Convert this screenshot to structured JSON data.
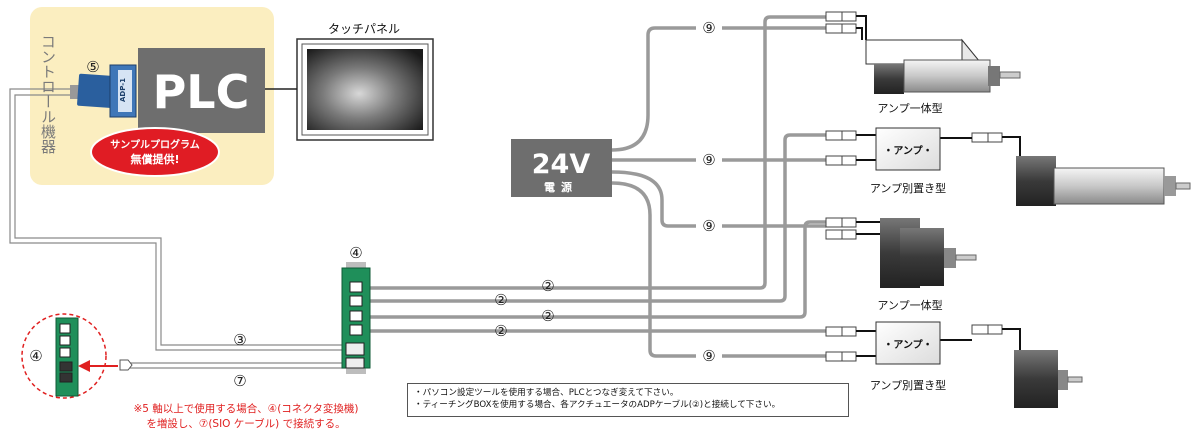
{
  "controller_label": "コントロール機器",
  "plc_label": "PLC",
  "adapter_label": "ADP-1",
  "touch_panel_label": "タッチパネル",
  "sample_program_line1": "サンプルプログラム",
  "sample_program_line2": "無償提供!",
  "power": {
    "voltage": "24V",
    "label": "電源"
  },
  "markers": {
    "m2": "②",
    "m3": "③",
    "m4": "④",
    "m5": "⑤",
    "m7": "⑦",
    "m9": "⑨"
  },
  "amp_box_label": "・アンプ・",
  "actuator_labels": {
    "a1": "アンプ一体型",
    "a2": "アンプ別置き型",
    "a3": "アンプ一体型",
    "a4": "アンプ別置き型"
  },
  "notes": [
    "・パソコン設定ツールを使用する場合、PLCとつなぎ変えて下さい。",
    "・ティーチングBOXを使用する場合、各アクチュエータのADPケーブル(②)と接続して下さい。"
  ],
  "footnote": {
    "line1": "※5 軸以上で使用する場合、④(コネクタ変換機)",
    "line2": "を増設し、⑦(SIO ケーブル) で接続する。"
  },
  "colors": {
    "controller_bg": "#fbeec0",
    "plc_box": "#6e6e6e",
    "adapter": "#2a5f9e",
    "badge": "#e01c24",
    "cable_gray": "#9a9a9a",
    "converter_green": "#1f8f5a",
    "footnote_red": "#e02020"
  }
}
